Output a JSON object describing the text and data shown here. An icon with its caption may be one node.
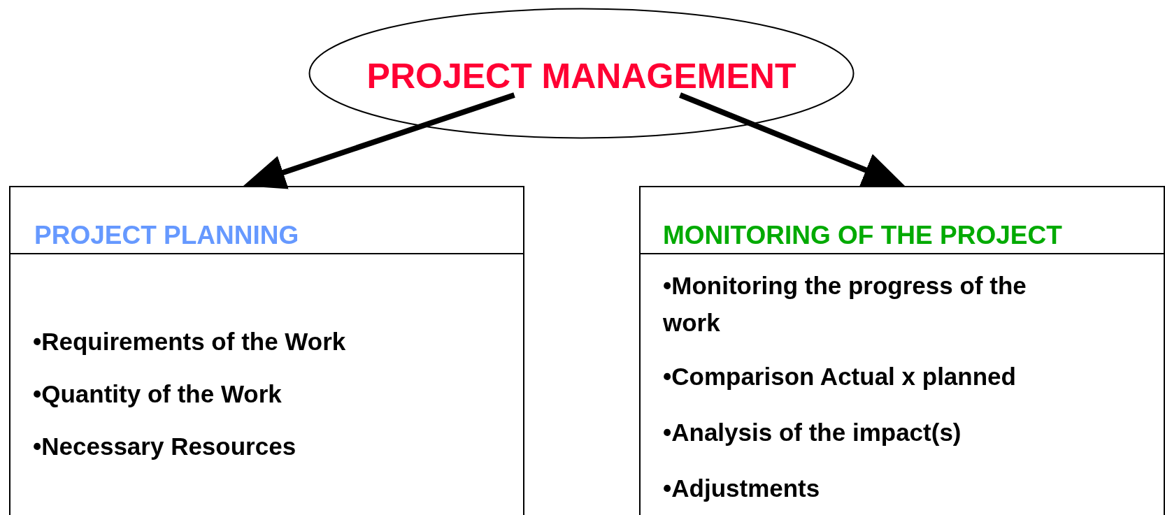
{
  "diagram": {
    "nodes": [
      {
        "text": [
          "PROJECT MANAGEMENT"
        ]
      },
      {
        "text": [
          "PROJECT PLANNING",
          "•Requirements of the Work",
          "•Quantity of the Work",
          "•Necessary Resources"
        ]
      },
      {
        "text": [
          "MONITORING OF THE PROJECT",
          "•Monitoring the progress of the work",
          "•Comparison Actual x planned",
          "•Analysis of the impact(s)",
          "•Adjustments"
        ]
      }
    ],
    "edges": [
      {
        "from": 0,
        "to": 1,
        "arrow": "to"
      },
      {
        "from": 0,
        "to": 2,
        "arrow": "to"
      }
    ]
  }
}
